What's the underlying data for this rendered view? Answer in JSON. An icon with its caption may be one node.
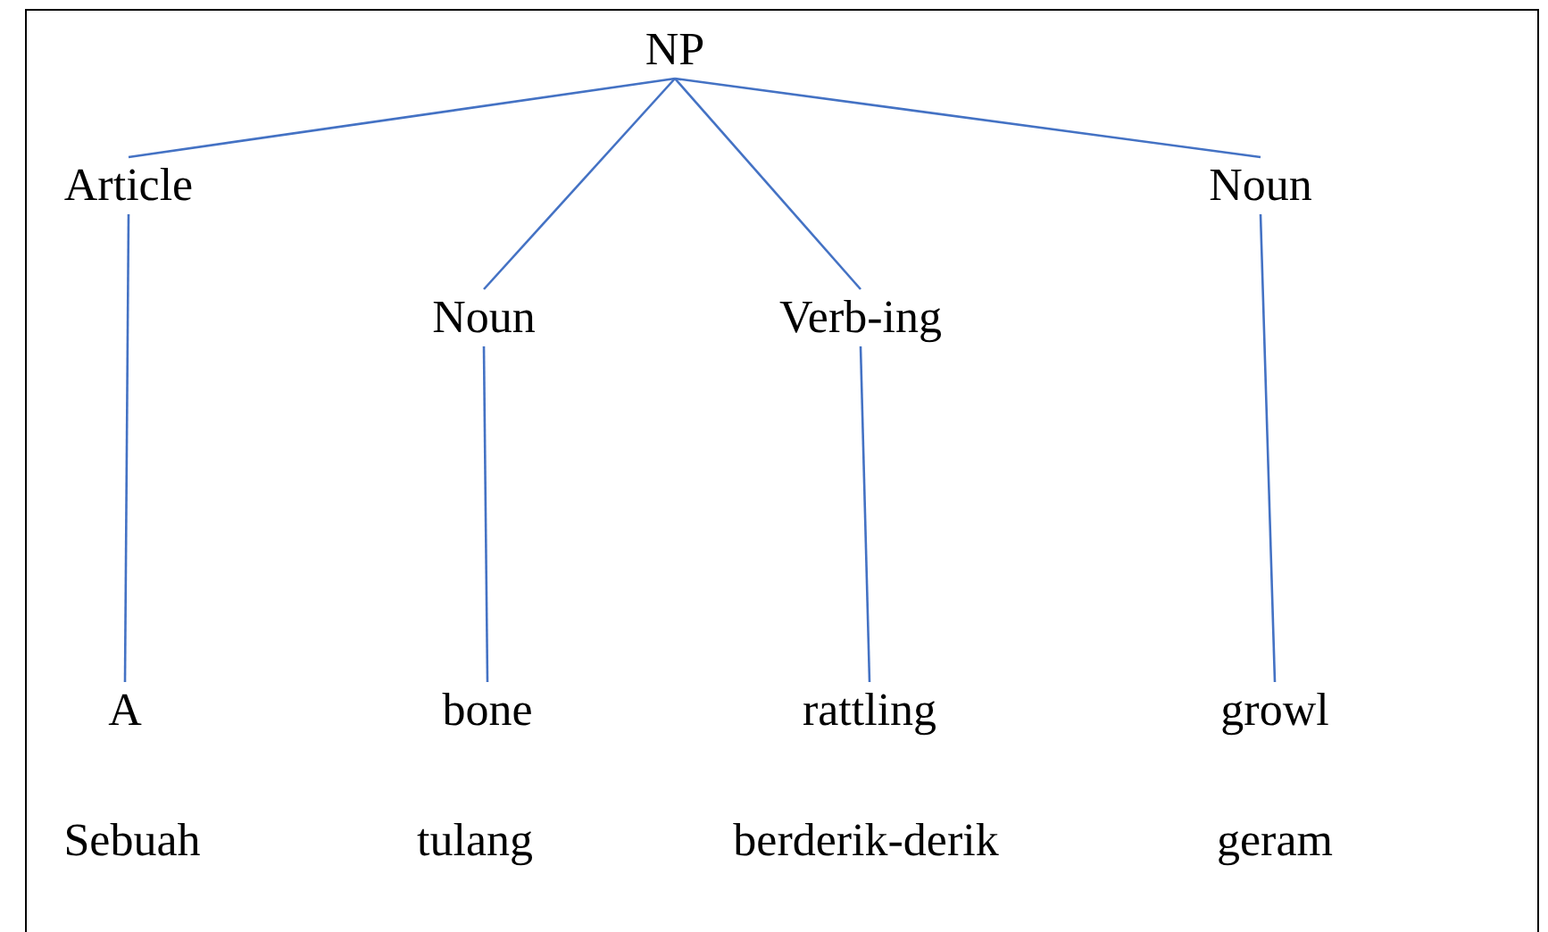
{
  "diagram": {
    "nodes": [
      {
        "text": [
          "NP"
        ]
      },
      {
        "text": [
          "Article"
        ]
      },
      {
        "text": [
          "Noun"
        ]
      },
      {
        "text": [
          "Verb-ing"
        ]
      },
      {
        "text": [
          "Noun"
        ]
      },
      {
        "text": [
          "A"
        ]
      },
      {
        "text": [
          "bone"
        ]
      },
      {
        "text": [
          "rattling"
        ]
      },
      {
        "text": [
          "growl"
        ]
      }
    ],
    "edges": [
      {
        "from": 0,
        "to": 1,
        "arrow": "none"
      },
      {
        "from": 0,
        "to": 2,
        "arrow": "none"
      },
      {
        "from": 0,
        "to": 3,
        "arrow": "none"
      },
      {
        "from": 0,
        "to": 4,
        "arrow": "none"
      },
      {
        "from": 1,
        "to": 5,
        "arrow": "none"
      },
      {
        "from": 2,
        "to": 6,
        "arrow": "none"
      },
      {
        "from": 3,
        "to": 7,
        "arrow": "none"
      },
      {
        "from": 4,
        "to": 8,
        "arrow": "none"
      }
    ],
    "labels": [
      "Sebuah",
      "tulang",
      "berderik-derik",
      "geram"
    ]
  }
}
